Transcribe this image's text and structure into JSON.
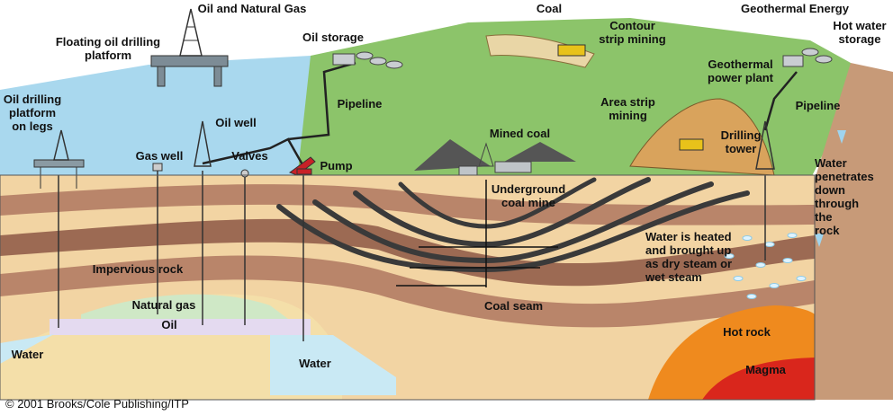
{
  "labels": {
    "oil_gas_title": "Oil and Natural Gas",
    "coal_title": "Coal",
    "geothermal_title": "Geothermal Energy",
    "floating_platform": "Floating oil drilling\nplatform",
    "legs_platform": "Oil drilling\nplatform\non legs",
    "oil_storage": "Oil storage",
    "pipeline_oil": "Pipeline",
    "oil_well": "Oil well",
    "gas_well": "Gas well",
    "valves": "Valves",
    "pump": "Pump",
    "contour_strip": "Contour\nstrip mining",
    "area_strip": "Area strip\nmining",
    "mined_coal": "Mined coal",
    "underground_mine": "Underground\ncoal mine",
    "coal_seam": "Coal seam",
    "hot_water_storage": "Hot water\nstorage",
    "geothermal_plant": "Geothermal\npower plant",
    "pipeline_geo": "Pipeline",
    "drilling_tower": "Drilling\ntower",
    "water_penetrates": "Water\npenetrates\ndown\nthrough\nthe\nrock",
    "water_heated": "Water is heated\nand brought up\nas dry steam or\nwet steam",
    "impervious_rock": "Impervious rock",
    "natural_gas": "Natural gas",
    "oil": "Oil",
    "water_left": "Water",
    "water_mid": "Water",
    "hot_rock": "Hot rock",
    "magma": "Magma"
  },
  "copyright": "© 2001 Brooks/Cole Publishing/ITP",
  "colors": {
    "sea": "#a9d8ee",
    "land": "#8cc46a",
    "layer_tan": "#f2d4a3",
    "layer_brown": "#b9856a",
    "layer_dark": "#9c6a53",
    "gas": "#cfe8c6",
    "oil": "#e4daf0",
    "water": "#c9e9f4",
    "coal": "#3a3a3a",
    "hot_rock": "#ef8a1e",
    "magma": "#d9261c"
  }
}
